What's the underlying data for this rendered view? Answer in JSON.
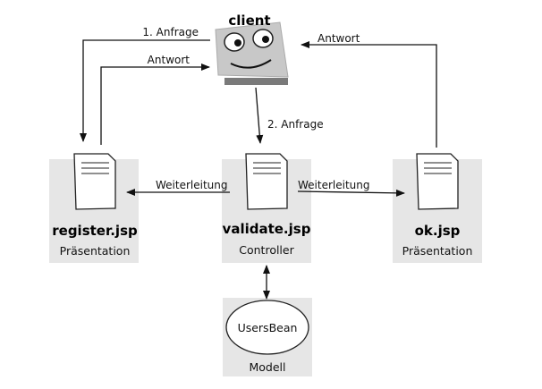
{
  "client": {
    "title": "client"
  },
  "arrows": {
    "anfrage_1": "1. Anfrage",
    "antwort_left": "Antwort",
    "antwort_right": "Antwort",
    "anfrage_2": "2. Anfrage",
    "weiterleitung_left": "Weiterleitung",
    "weiterleitung_right": "Weiterleitung"
  },
  "nodes": {
    "register": {
      "title": "register.jsp",
      "role": "Präsentation"
    },
    "validate": {
      "title": "validate.jsp",
      "role": "Controller"
    },
    "ok": {
      "title": "ok.jsp",
      "role": "Präsentation"
    },
    "model": {
      "title": "UsersBean",
      "role": "Modell"
    }
  }
}
